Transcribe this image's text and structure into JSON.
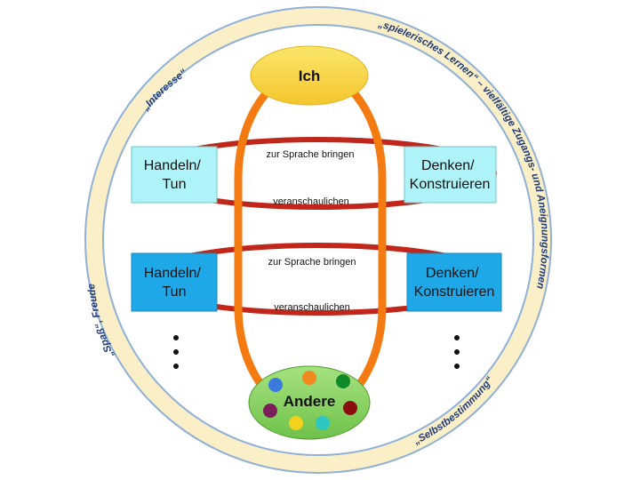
{
  "ring_labels": {
    "top_left": "„Interesse“",
    "top_right": "„spielerisches Lernen“ – vielfältige Zugangs- und Aneignungsformen",
    "bottom_left": "„Spaß“, Freude",
    "bottom_right": "„Selbstbestimmung“"
  },
  "nodes": {
    "top": "Ich",
    "bottom": "Andere"
  },
  "rows": [
    {
      "left": [
        "Handeln/",
        "Tun"
      ],
      "right": [
        "Denken/",
        "Konstruieren"
      ],
      "upper": "zur Sprache bringen",
      "lower": "veranschaulichen"
    },
    {
      "left": [
        "Handeln/",
        "Tun"
      ],
      "right": [
        "Denken/",
        "Konstruieren"
      ],
      "upper": "zur Sprache bringen",
      "lower": "veranschaulichen"
    }
  ],
  "colors": {
    "ring_fill": "#fbefc7",
    "ring_stroke": "#8fb0d8",
    "ich_fill": "#f9d94a",
    "andere_fill": "#8ed46b",
    "orange_band": "#f47b12",
    "red_band": "#c0271a",
    "row1_box": "#aef3f7",
    "row2_box": "#1ea8e8",
    "dots": [
      "#3a7be0",
      "#f08a1e",
      "#0e8a2a",
      "#7b1f5c",
      "#f3d21d",
      "#2dc6c0",
      "#8a0e0e"
    ]
  }
}
